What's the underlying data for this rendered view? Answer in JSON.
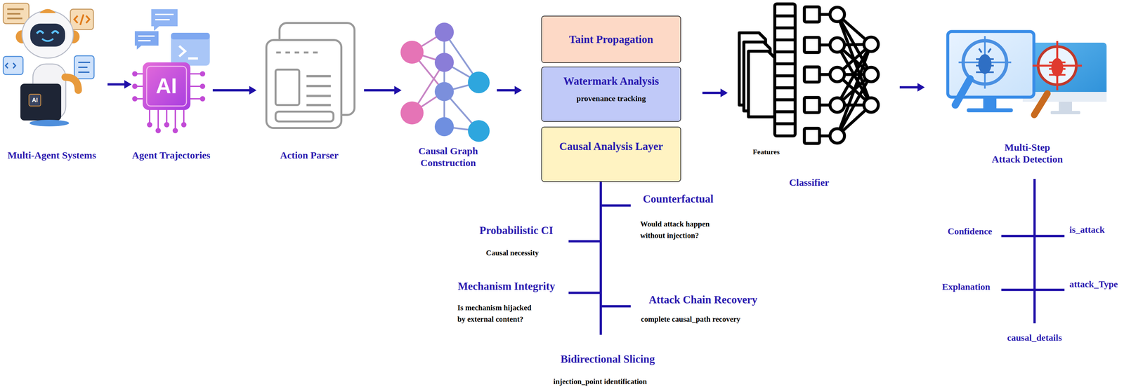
{
  "diagram": {
    "nodes": [
      {
        "text": [
          "Multi-Agent Systems"
        ]
      },
      {
        "text": [
          "Agent Trajectories"
        ]
      },
      {
        "text": [
          "Action Parser"
        ]
      },
      {
        "text": [
          "Causal Graph Construction"
        ]
      },
      {
        "text": [
          "Taint Propagation"
        ]
      },
      {
        "text": [
          "Watermark Analysis",
          "provenance tracking"
        ]
      },
      {
        "text": [
          "Causal Analysis Layer"
        ]
      },
      {
        "text": [
          "Classifier"
        ]
      },
      {
        "text": [
          "Multi-Step Attack Detection"
        ]
      }
    ],
    "edges": [
      {
        "from": 0,
        "to": 1,
        "arrow": "to"
      },
      {
        "from": 1,
        "to": 2,
        "arrow": "to"
      },
      {
        "from": 2,
        "to": 3,
        "arrow": "to"
      },
      {
        "from": 3,
        "to": 5,
        "arrow": "to"
      },
      {
        "from": 5,
        "to": 7,
        "arrow": "to"
      },
      {
        "from": 7,
        "to": 8,
        "arrow": "to"
      }
    ],
    "labels": [
      "AI",
      "AI",
      "Features",
      "Counterfactual",
      "Would attack happen without injection?",
      "Probabilistic CI",
      "Causal necessity",
      "Mechanism Integrity",
      "Is mechanism hijacked by external content?",
      "Attack Chain Recovery",
      "complete causal_path recovery",
      "Bidirectional Slicing",
      "injection_point identification",
      "Confidence",
      "is_attack",
      "Explanation",
      "attack_Type",
      "causal_details"
    ]
  }
}
